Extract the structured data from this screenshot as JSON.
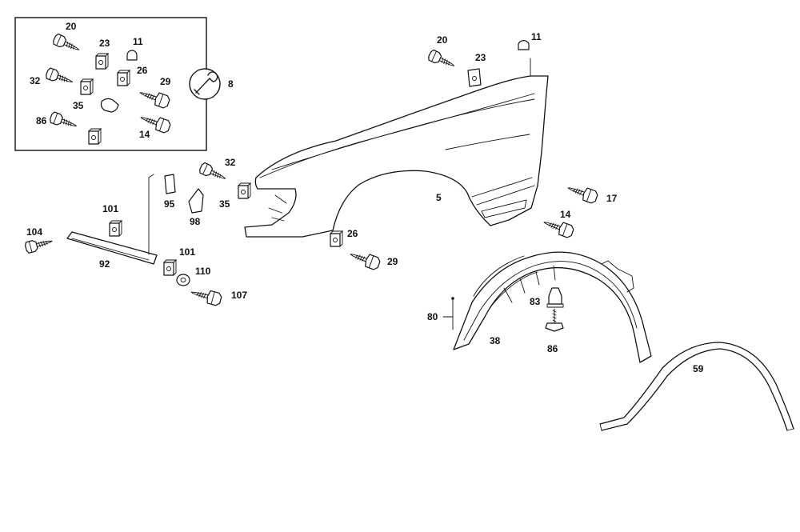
{
  "diagram": {
    "callouts": {
      "inset_20": "20",
      "inset_23": "23",
      "inset_11": "11",
      "inset_32": "32",
      "inset_26": "26",
      "inset_29": "29",
      "inset_35": "35",
      "inset_86": "86",
      "inset_14": "14",
      "kit": "8",
      "p20": "20",
      "p23": "23",
      "p11": "11",
      "p32": "32",
      "p95": "95",
      "p35": "35",
      "p98": "98",
      "p5": "5",
      "p17": "17",
      "p14": "14",
      "p101a": "101",
      "p104": "104",
      "p92": "92",
      "p101b": "101",
      "p110": "110",
      "p107": "107",
      "p26": "26",
      "p29": "29",
      "p83": "83",
      "p86": "86",
      "p80": "80",
      "p38": "38",
      "p59": "59"
    },
    "icons": {
      "kit": "wrench-icon",
      "screw": "screw-icon",
      "clip": "clip-icon",
      "nut": "nut-icon"
    }
  }
}
